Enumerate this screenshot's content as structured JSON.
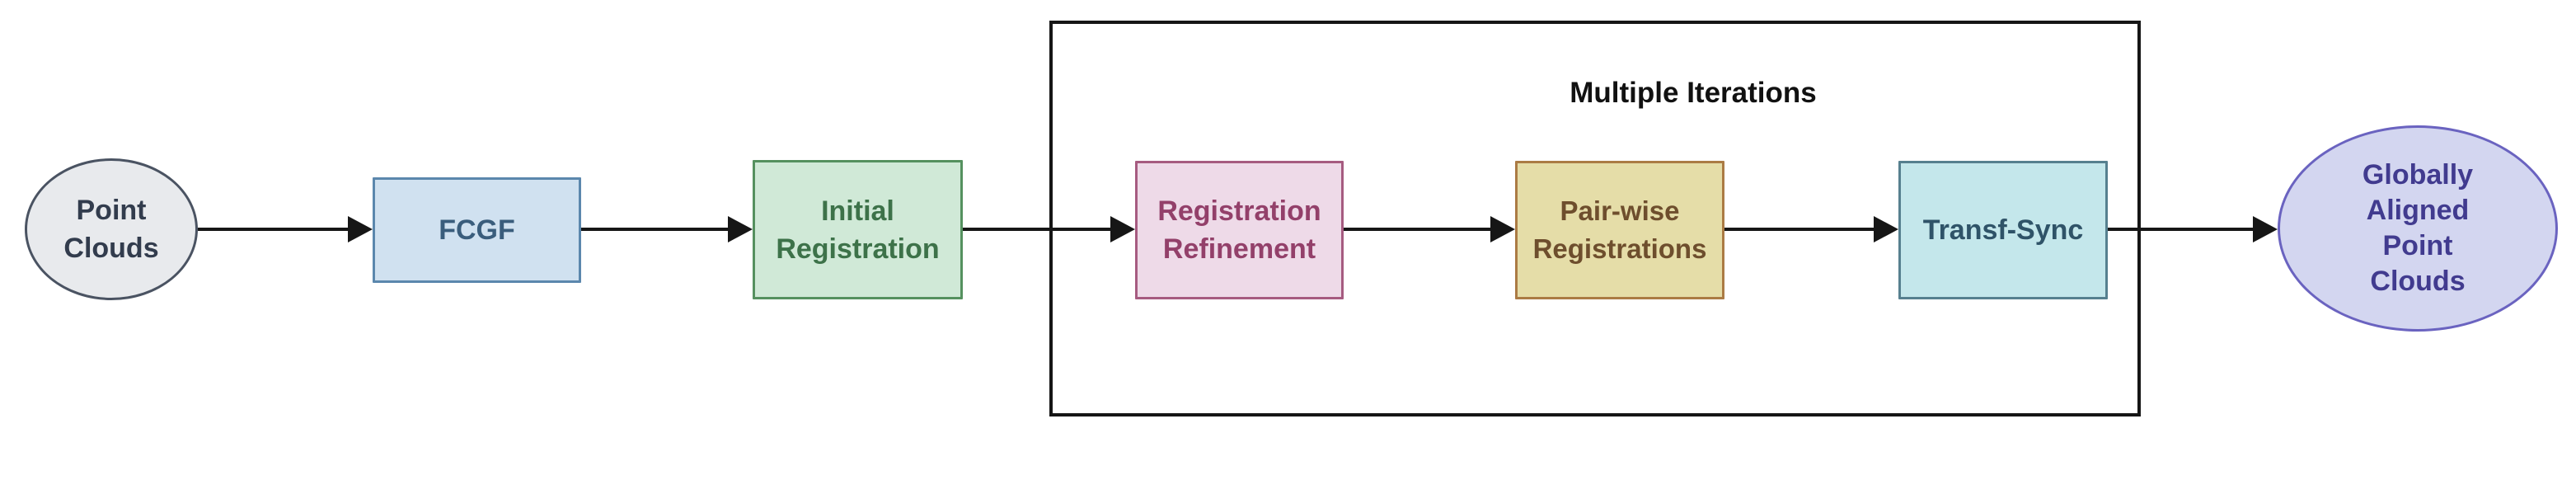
{
  "diagram": {
    "type": "flowchart",
    "direction": "left-to-right",
    "background": "#ffffff",
    "arrow_color": "#161616",
    "container": {
      "label": "Multiple Iterations",
      "border_color": "#161616",
      "label_color": "#111111",
      "contains": [
        "registration_refinement",
        "pair_wise_registrations",
        "transf_sync"
      ]
    },
    "nodes": {
      "point_clouds": {
        "label": "Point Clouds",
        "lines": [
          "Point",
          "Clouds"
        ],
        "shape": "stadium",
        "fill": "#e8eaed",
        "border": "#4a5362",
        "text_color": "#323c4d"
      },
      "fcgf": {
        "label": "FCGF",
        "lines": [
          "FCGF"
        ],
        "shape": "rect",
        "fill": "#d0e1f0",
        "border": "#5b87ad",
        "text_color": "#3a5d7c"
      },
      "initial_registration": {
        "label": "Initial Registration",
        "lines": [
          "Initial",
          "Registration"
        ],
        "shape": "rect",
        "fill": "#d0e9d7",
        "border": "#55915f",
        "text_color": "#3d7249"
      },
      "registration_refinement": {
        "label": "Registration Refinement",
        "lines": [
          "Registration",
          "Refinement"
        ],
        "shape": "rect",
        "fill": "#eedae8",
        "border": "#a65b80",
        "text_color": "#93406a"
      },
      "pair_wise_registrations": {
        "label": "Pair-wise Registrations",
        "lines": [
          "Pair-wise",
          "Registrations"
        ],
        "shape": "rect",
        "fill": "#e5dda8",
        "border": "#ab7b44",
        "text_color": "#6e4e2d"
      },
      "transf_sync": {
        "label": "Transf-Sync",
        "lines": [
          "Transf-Sync"
        ],
        "shape": "rect",
        "fill": "#c4e7eb",
        "border": "#56808f",
        "text_color": "#2f5368"
      },
      "globally_aligned": {
        "label": "Globally Aligned Point Clouds",
        "lines": [
          "Globally",
          "Aligned",
          "Point",
          "Clouds"
        ],
        "shape": "stadium",
        "fill": "#d3d6f0",
        "border": "#6a63c0",
        "text_color": "#413b8f"
      }
    },
    "edges": [
      {
        "from": "point_clouds",
        "to": "fcgf"
      },
      {
        "from": "fcgf",
        "to": "initial_registration"
      },
      {
        "from": "initial_registration",
        "to": "registration_refinement"
      },
      {
        "from": "registration_refinement",
        "to": "pair_wise_registrations"
      },
      {
        "from": "pair_wise_registrations",
        "to": "transf_sync"
      },
      {
        "from": "transf_sync",
        "to": "globally_aligned"
      }
    ]
  }
}
